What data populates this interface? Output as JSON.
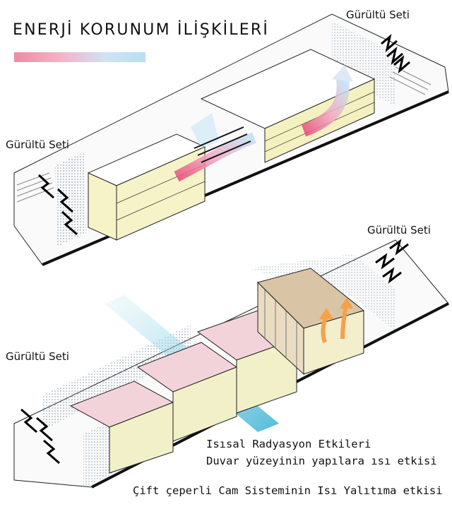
{
  "title": "ENERJİ KORUNUM İLİŞKİLERİ",
  "labels": {
    "noise_top_right": "Gürültü Seti",
    "noise_top_left": "Gürültü Seti",
    "noise_mid_right": "Gürültü Seti",
    "noise_bottom_left": "Gürültü Seti"
  },
  "captions": {
    "line1": "Isısal Radyasyon Etkileri",
    "line2": "Duvar yüzeyinin yapılara ısı etkisi",
    "line3": "Çift çeperli Cam Sisteminin Isı Yalıtıma etkisi"
  },
  "colors": {
    "gradient_warm": "#f08aa3",
    "gradient_cool": "#b9dff0",
    "roof_pink": "#f3d3da",
    "roof_tan": "#d9c4a6",
    "glow_yellow": "#f3f0b4",
    "radiation_blue": "#7fcde0",
    "heat_orange": "#f5a14a",
    "line": "#222222"
  },
  "icons": [
    "noise-zigzag-icon",
    "heat-arrow-icon",
    "radiation-beam-icon"
  ]
}
